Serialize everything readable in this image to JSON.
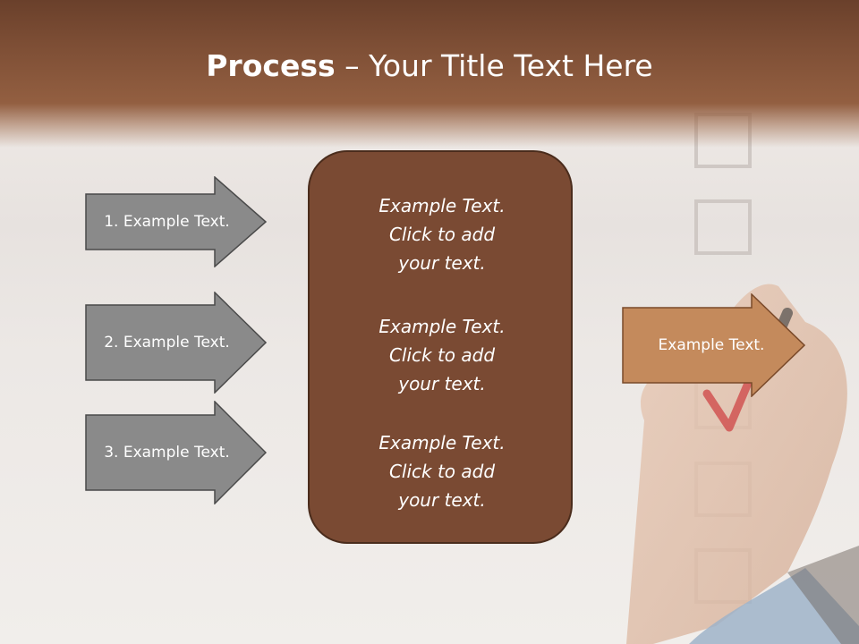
{
  "title": {
    "bold": "Process",
    "rest": " – Your Title Text Here"
  },
  "left_arrows": [
    {
      "label": "1. Example Text."
    },
    {
      "label": "2. Example Text."
    },
    {
      "label": "3. Example Text."
    }
  ],
  "center_box": {
    "blocks": [
      {
        "lines": [
          "Example Text.",
          "Click  to add",
          "your text."
        ]
      },
      {
        "lines": [
          "Example Text.",
          "Click  to add",
          "your text."
        ]
      },
      {
        "lines": [
          "Example Text.",
          "Click  to add",
          "your text."
        ]
      }
    ]
  },
  "right_arrow": {
    "label": "Example Text."
  },
  "colors": {
    "header_brown": "#7d4e35",
    "arrow_gray": "#8a8a8a",
    "center_brown": "#7a4a33",
    "right_arrow_tan": "#c48a5c"
  }
}
